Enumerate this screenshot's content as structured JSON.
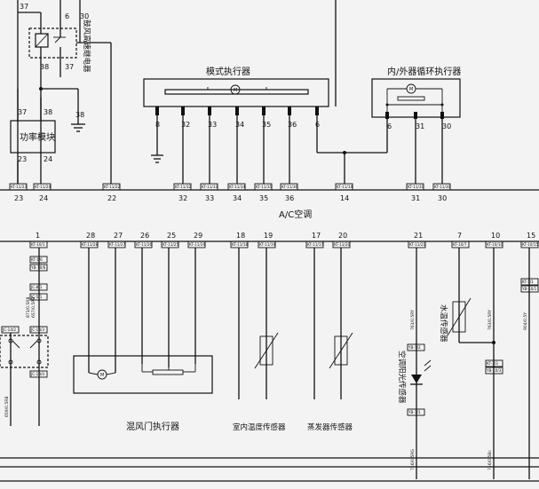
{
  "module": {
    "title": "A/C空调",
    "pins_top": [
      "23",
      "24",
      "22",
      "32",
      "33",
      "34",
      "35",
      "36",
      "14",
      "31",
      "30"
    ],
    "pins_bottom": [
      "1",
      "28",
      "27",
      "26",
      "25",
      "29",
      "18",
      "19",
      "17",
      "20",
      "21",
      "7",
      "10",
      "15"
    ],
    "top_connectors": [
      "KT-11/23",
      "KT-11/24",
      "KT-11/22",
      "KT-11/32",
      "KT-11/33",
      "KT-11/34",
      "KT-11/35",
      "KT-11/36",
      "KT-11/14",
      "KT-11/31",
      "KT-11/30"
    ],
    "bottom_connectors": [
      "KT-10/1",
      "KT-11/28",
      "KT-11/27",
      "KT-11/26",
      "KT-11/25",
      "KT-11/29",
      "KT-11/18",
      "KT-11/19",
      "KT-11/17",
      "KT-11/20",
      "KT-11/21",
      "KT-10/7",
      "KT-10/10",
      "KT-10/15"
    ]
  },
  "relay": {
    "label": "鼓风高速继电器",
    "pins": [
      "6",
      "30",
      "38",
      "37"
    ],
    "top_wire": "37",
    "ground": "38"
  },
  "power_module": {
    "label": "功率模块",
    "pins": [
      "37",
      "38",
      "23",
      "24"
    ]
  },
  "mode_actuator": {
    "label": "模式执行器",
    "pins": [
      "8",
      "32",
      "33",
      "34",
      "35",
      "36",
      "6"
    ]
  },
  "recirc_actuator": {
    "label": "内/外器循环执行器",
    "pins": [
      "6",
      "31",
      "30"
    ]
  },
  "blend_actuator": {
    "label": "混风门执行器"
  },
  "indoor_temp_sensor": {
    "label": "室内温度传感器"
  },
  "evap_sensor": {
    "label": "蒸发器传感器"
  },
  "sunlight_sensor": {
    "label": "空调阳光传感器",
    "connectors": [
      "YB-1/2",
      "YB-1/1"
    ],
    "wires": [
      "761/0.5RY",
      "716/0.5RG"
    ]
  },
  "water_temp_sensor": {
    "label": "水温传感器",
    "connectors": [
      "KT-1/3",
      "YB-10/3",
      "KT-1/4",
      "YB-10/4"
    ],
    "wires": [
      "763/0.5RY",
      "716/0.5Bc"
    ]
  },
  "pin15_branch": {
    "connectors": [
      "KT-1/1",
      "YB-10/1"
    ],
    "wire": "904/0.5Y"
  },
  "left_switch": {
    "connectors": [
      "KT-1/6",
      "YB-10/6",
      "JC-8/1",
      "JC-5/1",
      "JC-14/3",
      "JC-14/4",
      "JC-14/2"
    ],
    "wires": [
      "871/0.5RB",
      "657/0.5RB",
      "659/0.5RB"
    ]
  }
}
